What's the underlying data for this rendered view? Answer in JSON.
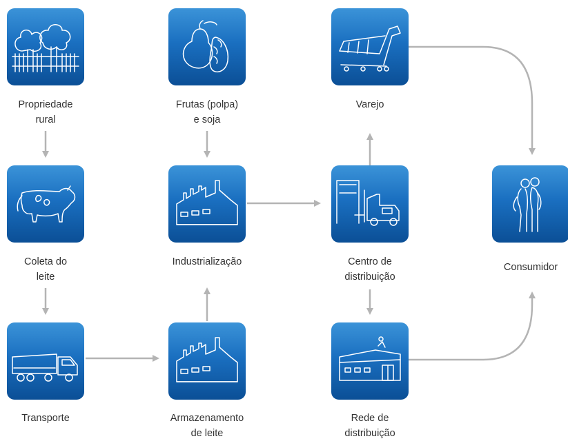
{
  "nodes": {
    "propriedade": {
      "line1": "Propriedade",
      "line2": "rural"
    },
    "coleta": {
      "line1": "Coleta do",
      "line2": "leite"
    },
    "transporte": {
      "line1": "Transporte"
    },
    "frutas": {
      "line1": "Frutas (polpa)",
      "line2": "e soja"
    },
    "industrializacao": {
      "line1": "Industrialização"
    },
    "armazenamento": {
      "line1": "Armazenamento",
      "line2": "de leite"
    },
    "varejo": {
      "line1": "Varejo"
    },
    "centro": {
      "line1": "Centro de",
      "line2": "distribuição"
    },
    "rede": {
      "line1": "Rede de",
      "line2": "distribuição"
    },
    "consumidor": {
      "line1": "Consumidor"
    }
  },
  "colors": {
    "tile_top": "#3b93d8",
    "tile_bottom": "#0b4f96",
    "arrow": "#b4b4b4",
    "text": "#333333"
  },
  "icons": {
    "propriedade": "trees-fence-icon",
    "frutas": "fruit-soy-icon",
    "varejo": "shopping-cart-icon",
    "coleta": "cow-icon",
    "industrializacao": "factory-icon",
    "centro": "forklift-warehouse-icon",
    "consumidor": "couple-icon",
    "transporte": "truck-icon",
    "armazenamento": "factory-icon",
    "rede": "store-building-icon"
  }
}
